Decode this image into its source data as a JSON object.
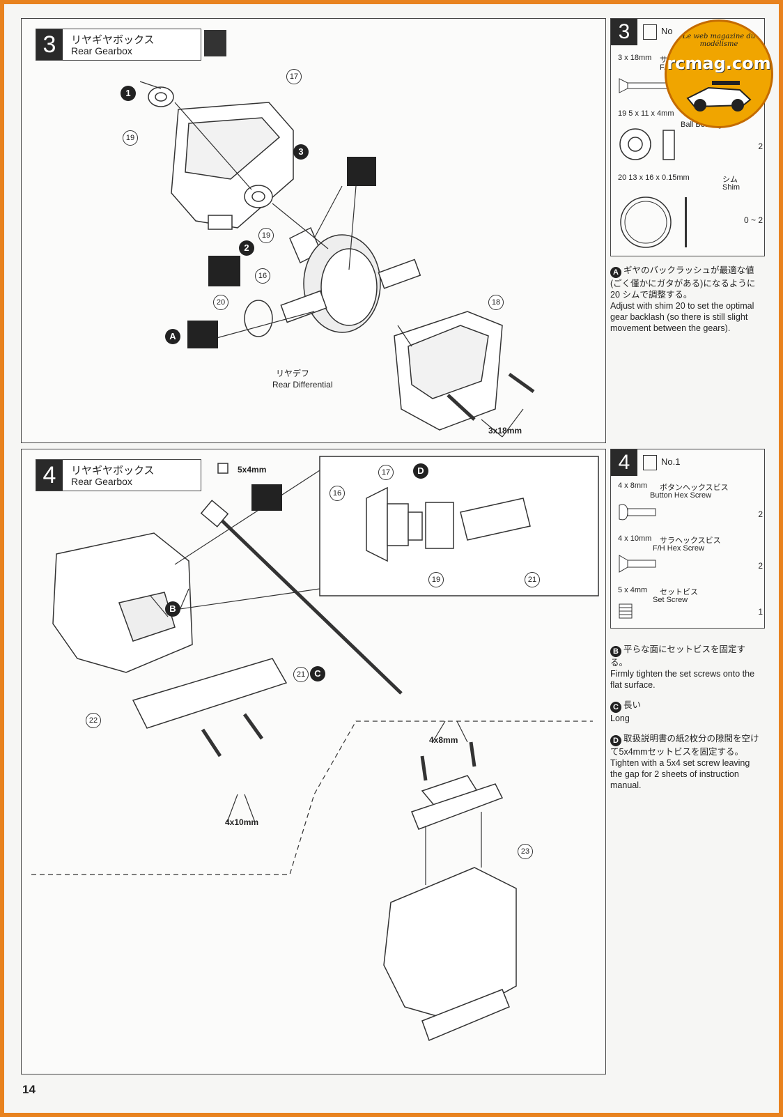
{
  "page_number": "14",
  "logo": {
    "top_text": "Le web magazine du modélisme",
    "main_text": "rcmag.com"
  },
  "step3": {
    "number": "3",
    "title_jp": "リヤギヤボックス",
    "title_en": "Rear Gearbox",
    "labels": {
      "part17": "17",
      "part19a": "19",
      "part19b": "19",
      "part16": "16",
      "part20": "20",
      "part18": "18",
      "step1": "1",
      "step2": "2",
      "step3": "3",
      "noteA": "A",
      "diff_jp": "リヤデフ",
      "diff_en": "Rear Differential",
      "screw": "3x18mm"
    },
    "parts_box": {
      "number": "3",
      "bag": "No",
      "items": [
        {
          "size": "3 x 18mm",
          "name_jp": "サラ",
          "name_en": "F/H",
          "qty": ""
        },
        {
          "size": "19 5 x 11 x 4mm",
          "name_jp": "",
          "name_en": "Ball Bearing",
          "qty": "2"
        },
        {
          "size": "20 13 x 16 x 0.15mm",
          "name_jp": "シム",
          "name_en": "Shim",
          "qty": "0 ~ 2"
        }
      ]
    },
    "note": {
      "letter": "A",
      "jp": "ギヤのバックラッシュが最適な値(ごく僅かにガタがある)になるように 20 シムで調整する。",
      "en": "Adjust with shim 20 to set the optimal gear backlash (so there is still slight movement between the gears)."
    }
  },
  "step4": {
    "number": "4",
    "title_jp": "リヤギヤボックス",
    "title_en": "Rear Gearbox",
    "labels": {
      "setscrew": "5x4mm",
      "partB": "B",
      "part21": "21",
      "partC": "C",
      "part22": "22",
      "screw10": "4x10mm",
      "detail16": "16",
      "detail17": "17",
      "detailD": "D",
      "detail19": "19",
      "detail21": "21",
      "screw8": "4x8mm",
      "part23": "23"
    },
    "parts_box": {
      "number": "4",
      "bag": "No.1",
      "items": [
        {
          "size": "4 x 8mm",
          "name_jp": "ボタンヘックスビス",
          "name_en": "Button Hex Screw",
          "qty": "2"
        },
        {
          "size": "4 x 10mm",
          "name_jp": "サラヘックスビス",
          "name_en": "F/H Hex Screw",
          "qty": "2"
        },
        {
          "size": "5 x 4mm",
          "name_jp": "セットビス",
          "name_en": "Set Screw",
          "qty": "1"
        }
      ]
    },
    "notes": [
      {
        "letter": "B",
        "jp": "平らな面にセットビスを固定する。",
        "en": "Firmly tighten the set screws onto the flat surface."
      },
      {
        "letter": "C",
        "jp": "長い",
        "en": "Long"
      },
      {
        "letter": "D",
        "jp": "取扱説明書の紙2枚分の隙間を空けて5x4mmセットビスを固定する。",
        "en": "Tighten with a 5x4 set screw leaving the gap for 2 sheets of instruction manual."
      }
    ]
  }
}
